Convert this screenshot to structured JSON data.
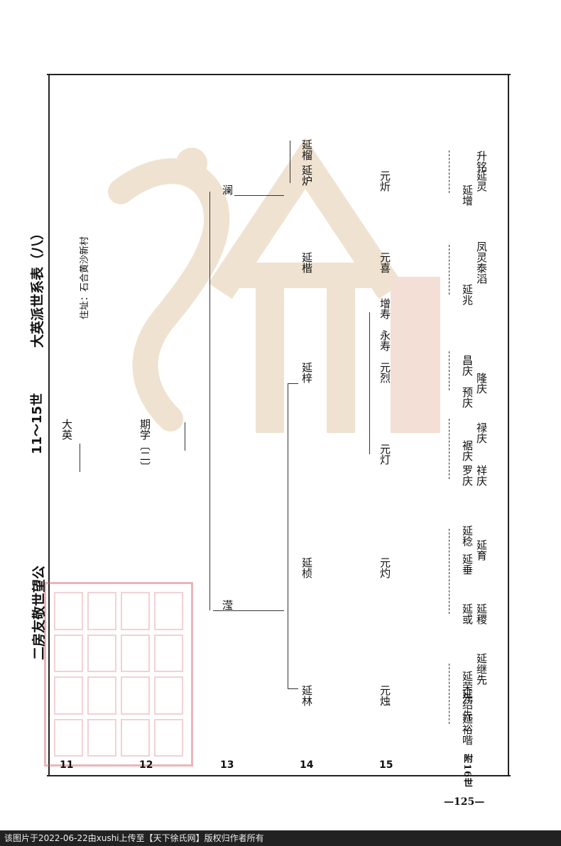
{
  "header": {
    "left_title": "二房友敬世望公",
    "generations": "11～15世",
    "right_title": "大英派世系表（八）",
    "address": "住址：石合黄沙新村"
  },
  "generation_labels": [
    "11",
    "12",
    "13",
    "14",
    "15",
    "附16世"
  ],
  "people": {
    "g11": "大英",
    "g12": "期学〔二〕",
    "g13a": "滢",
    "g13b": "澜",
    "g14": [
      "延林",
      "延桢",
      "延梓",
      "延楷",
      "延炉",
      "延榴"
    ],
    "g15": [
      "元烛",
      "元灼",
      "元灯",
      "元烈",
      "永寿",
      "增寿",
      "元喜",
      "元炘"
    ],
    "g16": [
      "延裕喈",
      "延绍先",
      "延荣先",
      "延继先",
      "延或",
      "延稷",
      "延垂",
      "延育",
      "延稔",
      "罗庆",
      "祥庆",
      "裾庆",
      "禄庆",
      "预庆",
      "隆庆",
      "昌庆",
      "延兆",
      "泰滔",
      "凤灵",
      "延增",
      "延灵",
      "升铭"
    ]
  },
  "page_number": "—125—",
  "footer_text": "该图片于2022-06-22由xushi上传至【天下徐氏网】版权归作者所有"
}
